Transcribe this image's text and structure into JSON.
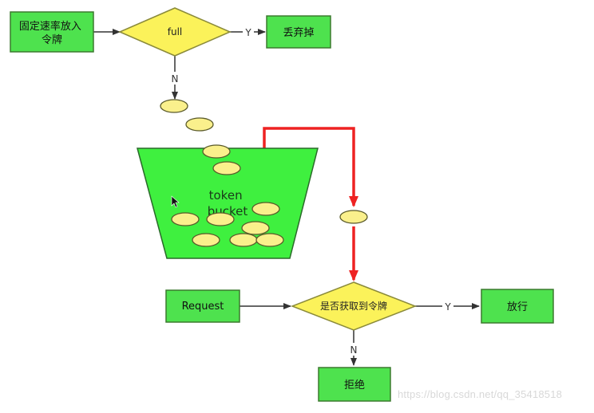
{
  "nodes": {
    "fixed_rate": "固定速率放入\n令牌",
    "full": "full",
    "discard": "丢弃掉",
    "bucket": "token\nbucket",
    "request": "Request",
    "get_token": "是否获取到令牌",
    "allow": "放行",
    "reject": "拒绝"
  },
  "edges": {
    "yes": "Y",
    "no": "N"
  },
  "watermark": "https://blog.csdn.net/qq_35418518",
  "colors": {
    "box_fill": "#4ee24e",
    "box_stroke": "#3b7a2f",
    "bucket_fill": "#3ff03f",
    "diamond_fill": "#fbf25a",
    "diamond_stroke": "#8a8a3a",
    "token_fill": "#faf08c",
    "token_stroke": "#5a5a2a",
    "arrow": "#333333",
    "red_arrow": "#ee2222"
  }
}
